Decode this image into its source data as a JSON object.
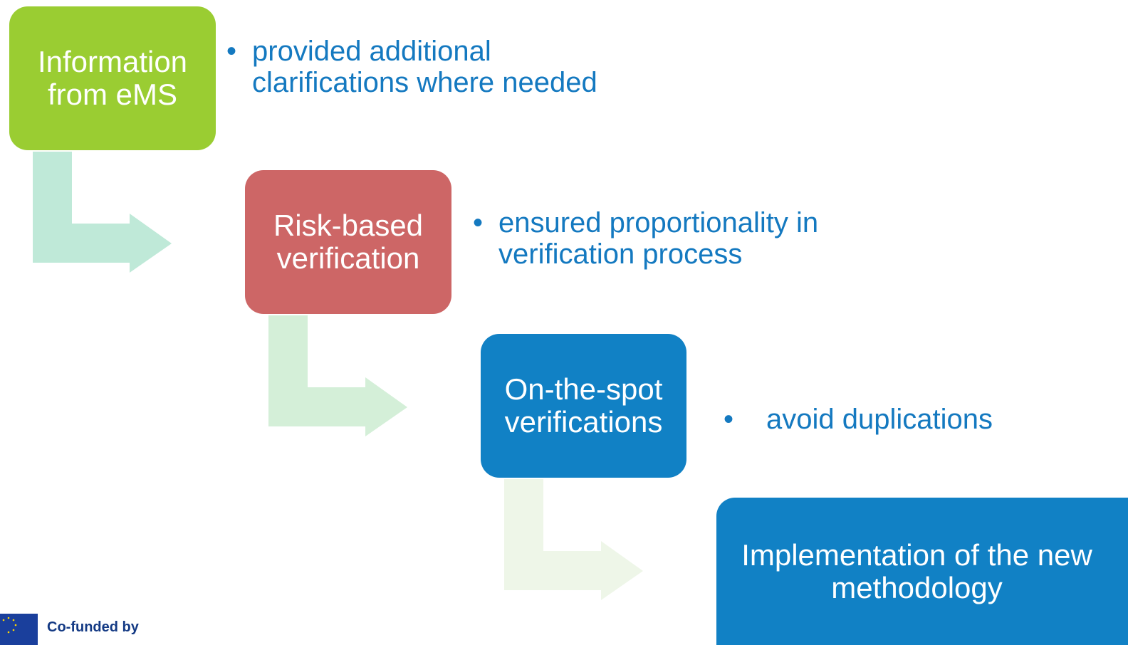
{
  "steps": [
    {
      "label": "Information\nfrom eMS"
    },
    {
      "label": "Risk-based\nverification"
    },
    {
      "label": "On-the-spot\nverifications"
    },
    {
      "label": "Implementation of the new methodology"
    }
  ],
  "notes": [
    {
      "bullet": "•",
      "text": "provided additional\nclarifications where needed"
    },
    {
      "bullet": "•",
      "text": "ensured proportionality in\nverification process"
    },
    {
      "bullet": "•",
      "text": "avoid duplications"
    }
  ],
  "footer": {
    "cofunded": "Co-funded by"
  },
  "colors": {
    "step1": "#9acd32",
    "step2": "#cd6666",
    "step3": "#1181c5",
    "step4": "#1181c5",
    "note_text": "#1479c0",
    "arrow1": "#bfe9d8",
    "arrow2": "#d4efd8",
    "arrow3": "#eef6e8"
  },
  "icons": [
    "bent-arrow-icon",
    "eu-flag-icon"
  ]
}
